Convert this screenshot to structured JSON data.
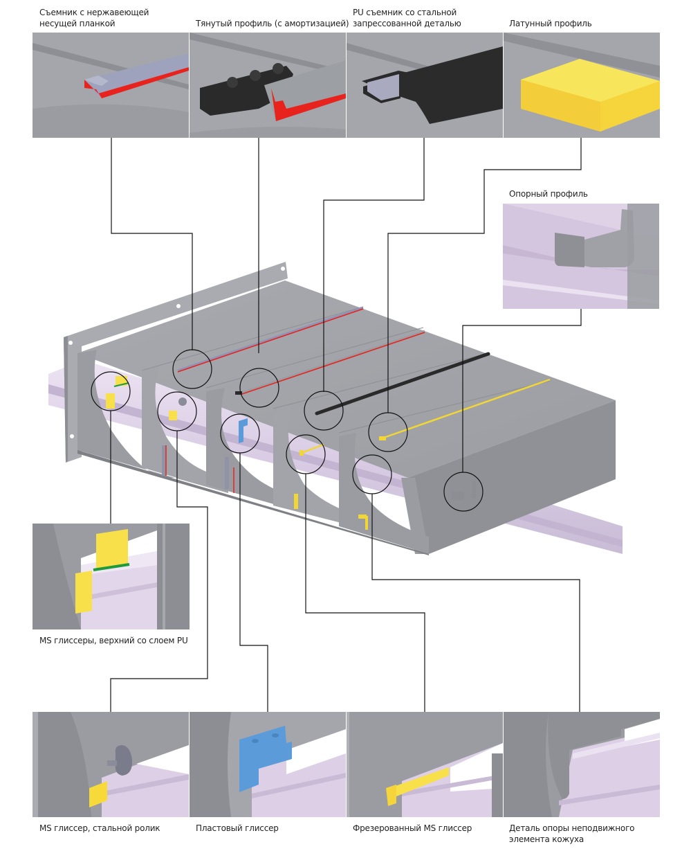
{
  "top_callouts": [
    {
      "id": "stainless-wiper",
      "label": "Съемник с нержавеющей\nнесущей планкой"
    },
    {
      "id": "drawn-profile",
      "label": "Тянутый профиль (с амортизацией)"
    },
    {
      "id": "pu-wiper",
      "label": "PU съемник со стальной\nзапрессованной деталью"
    },
    {
      "id": "brass-profile",
      "label": "Латунный профиль"
    }
  ],
  "side_callouts": [
    {
      "id": "support-profile",
      "label": "Опорный профиль"
    },
    {
      "id": "ms-gliders-pu",
      "label": "MS глиссеры, верхний со слоем PU"
    }
  ],
  "bottom_callouts": [
    {
      "id": "ms-glider-roller",
      "label": "MS глиссер, стальной ролик"
    },
    {
      "id": "plastic-glider",
      "label": "Пластовый глиссер"
    },
    {
      "id": "milled-ms-glider",
      "label": "Фрезерованный MS глиссер"
    },
    {
      "id": "fixed-support-detail",
      "label": "Деталь опоры неподвижного\nэлемента кожуха"
    }
  ],
  "colors": {
    "steel": "#9a9ca1",
    "steel_dark": "#85878c",
    "steel_light": "#b3b5b9",
    "rail": "#ddd0e6",
    "wiper_red": "#e8231d",
    "wiper_black": "#2a2a2a",
    "brass_yellow": "#f7e04a",
    "pu_green": "#1f9a3a",
    "plastic_blue": "#5b9bd9",
    "line": "#111111"
  }
}
